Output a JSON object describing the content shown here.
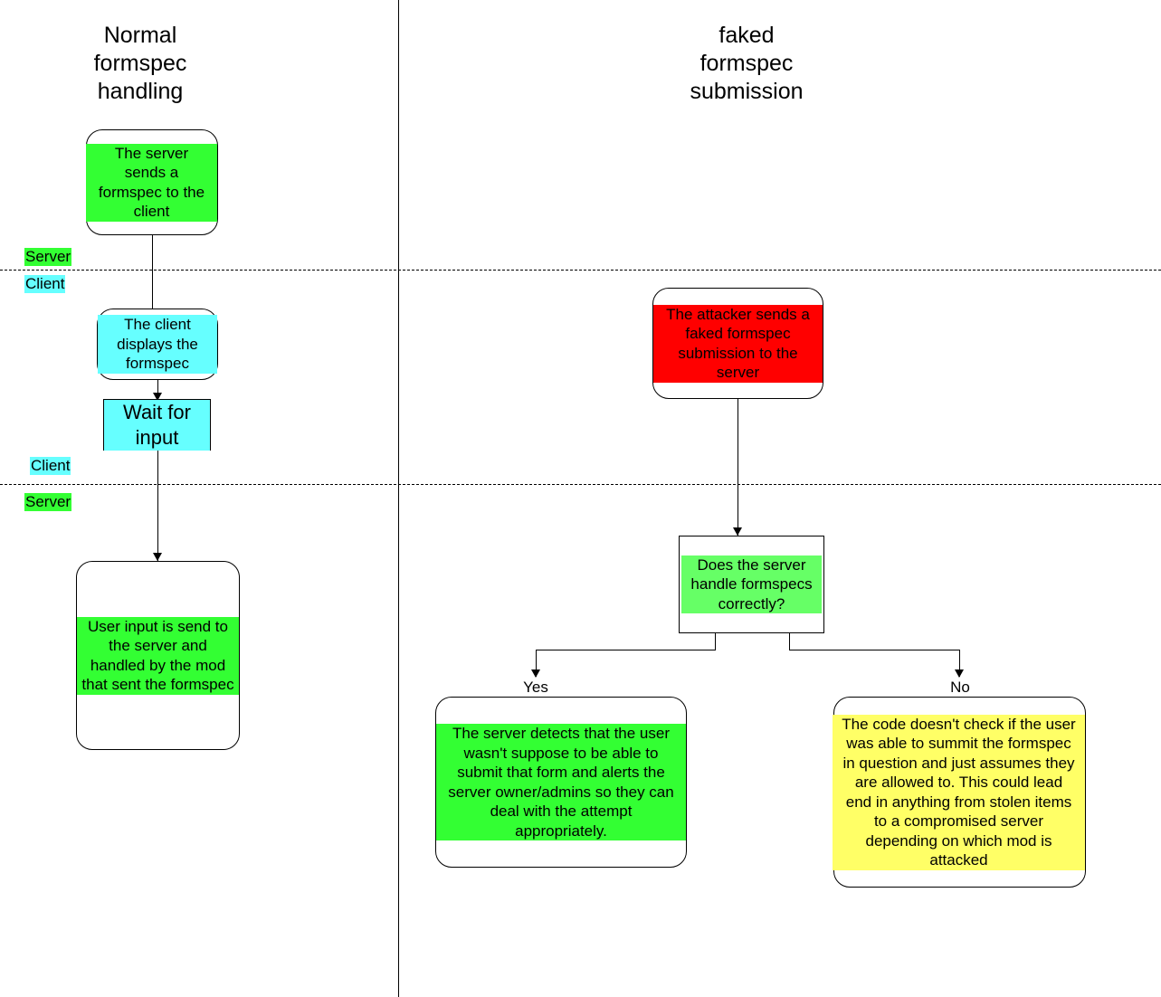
{
  "diagram": {
    "columns": {
      "left_title": "Normal\nformspec\nhandling",
      "right_title": "faked\nformspec\nsubmission"
    },
    "lanes": [
      {
        "above": "Server",
        "below": "Client"
      },
      {
        "above": "Client",
        "below": "Server"
      }
    ],
    "lane_labels": {
      "lane1_above": "Server",
      "lane1_below": "Client",
      "lane2_above": "Client",
      "lane2_below": "Server"
    },
    "nodes": {
      "server_sends": "The server\nsends a\nformspec to the\nclient",
      "client_displays": "The client\ndisplays the\nformspec",
      "wait_for_input": "Wait for\ninput",
      "user_input_sent": "User input is send to\nthe server and\nhandled by the mod\nthat sent the formspec",
      "attacker_sends": "The attacker sends a\nfaked formspec\nsubmission to the\nserver",
      "decision": "Does the server\nhandle formspecs\ncorrectly?",
      "yes_outcome": "The server detects that the user\nwasn't suppose to be able to\nsubmit that form and alerts the\nserver owner/admins so they can\ndeal with the attempt\nappropriately.",
      "no_outcome": "The code doesn't check if the user\nwas able to summit the formspec\nin question and just assumes they\nare allowed to. This could lead\nend in anything from stolen items\nto a compromised server\ndepending on which mod is\nattacked"
    },
    "branch_labels": {
      "yes": "Yes",
      "no": "No"
    },
    "colors": {
      "server_green": "#33ff33",
      "decision_green": "#66ff66",
      "client_cyan": "#66ffff",
      "attacker_red": "#ff0000",
      "warning_yellow": "#ffff66",
      "line_black": "#000000",
      "background": "#ffffff"
    }
  }
}
